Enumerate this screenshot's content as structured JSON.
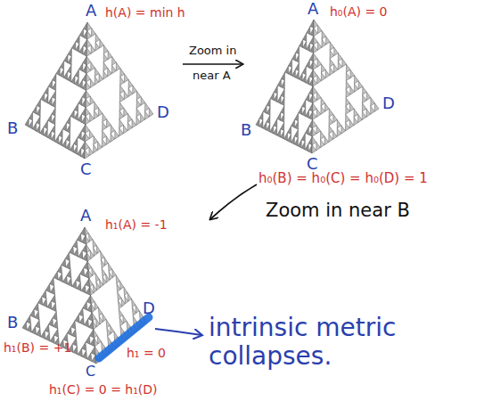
{
  "diagram": {
    "labels": [
      "A",
      "h(A) = min h",
      "B",
      "C",
      "D",
      "Zoom in",
      "near A",
      "A",
      "h₀(A) = 0",
      "B",
      "C",
      "D",
      "h₀(B) = h₀(C) = h₀(D) = 1",
      "Zoom in near B",
      "A",
      "h₁(A) = -1",
      "B",
      "D",
      "C",
      "h₁(B) = +1",
      "h₁ = 0",
      "h₁(C) = 0 = h₁(D)",
      "intrinsic metric collapses."
    ]
  }
}
